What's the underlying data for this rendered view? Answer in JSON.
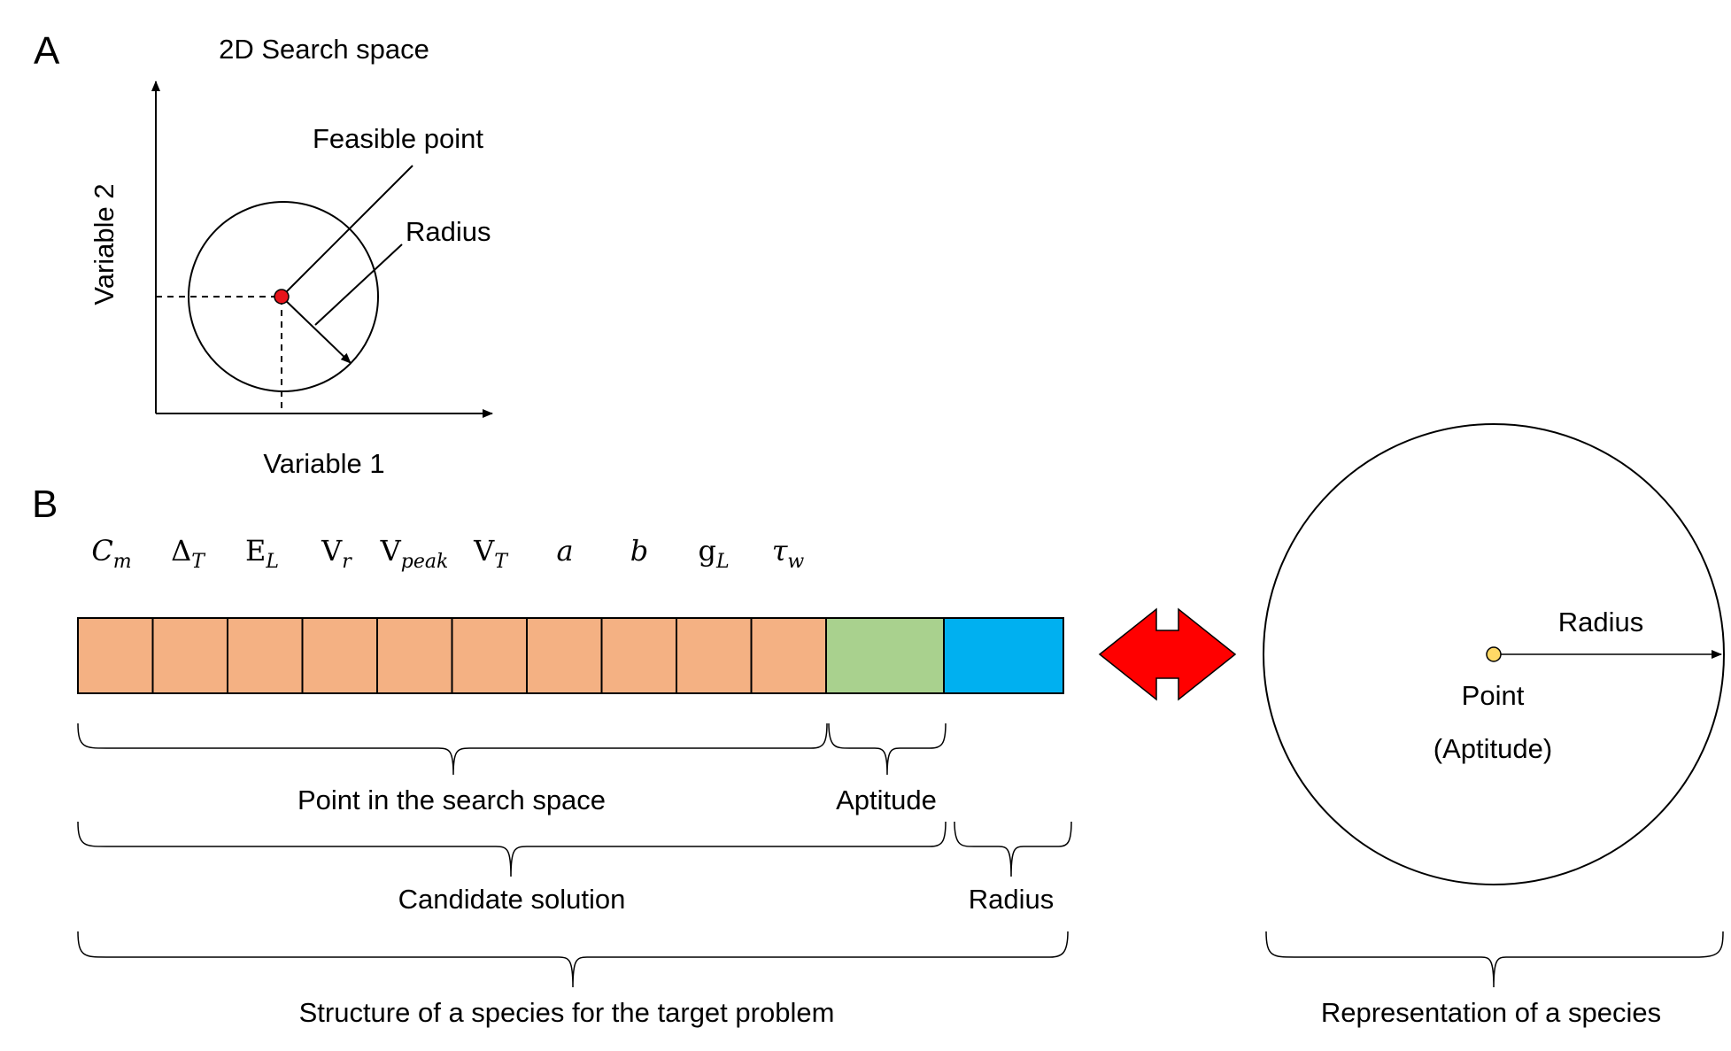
{
  "panel_a": {
    "label": "A",
    "title": "2D Search space",
    "x_axis_label": "Variable 1",
    "y_axis_label": "Variable 2",
    "feasible_point_label": "Feasible point",
    "radius_label": "Radius",
    "colors": {
      "point": "#E8141B"
    }
  },
  "panel_b": {
    "label": "B",
    "parameters": [
      {
        "base": "C",
        "sub": "m",
        "base_italic": true
      },
      {
        "base": "Δ",
        "sub": "T",
        "base_italic": false
      },
      {
        "base": "E",
        "sub": "L",
        "base_italic": false
      },
      {
        "base": "V",
        "sub": "r",
        "base_italic": false
      },
      {
        "base": "V",
        "sub": "peak",
        "base_italic": false
      },
      {
        "base": "V",
        "sub": "T",
        "base_italic": false
      },
      {
        "base": "a",
        "sub": "",
        "base_italic": true
      },
      {
        "base": "b",
        "sub": "",
        "base_italic": true
      },
      {
        "base": "g",
        "sub": "L",
        "base_italic": false
      },
      {
        "base": "τ",
        "sub": "w",
        "base_italic": true
      }
    ],
    "vector": {
      "parameter_cell_count": 10,
      "colors": {
        "parameter": "#F4B183",
        "aptitude": "#A9D18E",
        "radius": "#00B0F0"
      }
    },
    "braces": {
      "point_in_search_space": "Point in the search space",
      "aptitude": "Aptitude",
      "candidate_solution": "Candidate solution",
      "radius": "Radius",
      "structure": "Structure of a species for the target problem"
    },
    "double_arrow_color": "#FF0000",
    "species_circle": {
      "radius_label": "Radius",
      "point_label": "Point",
      "aptitude_label": "(Aptitude)",
      "point_color": "#FFD966"
    },
    "representation_label": "Representation of a species"
  }
}
